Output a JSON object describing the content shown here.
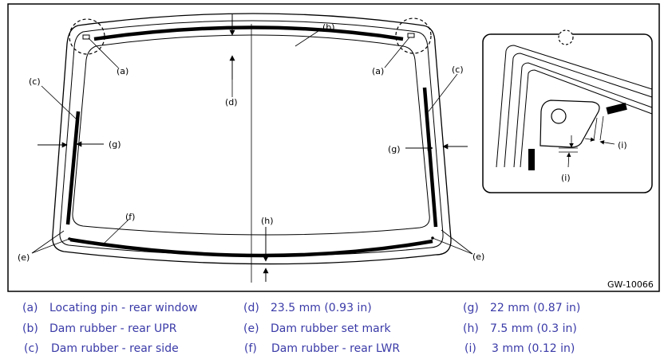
{
  "figure_id": "GW-10066",
  "callouts": {
    "a_left": "(a)",
    "a_right": "(a)",
    "b": "(b)",
    "c_left": "(c)",
    "c_right": "(c)",
    "d": "(d)",
    "e_left": "(e)",
    "e_right": "(e)",
    "f": "(f)",
    "g_left": "(g)",
    "g_right": "(g)",
    "h": "(h)",
    "i_detail_1": "(i)",
    "i_detail_2": "(i)"
  },
  "legend": [
    {
      "code": "(a)",
      "text": "Locating pin - rear window"
    },
    {
      "code": "(b)",
      "text": "Dam rubber - rear UPR"
    },
    {
      "code": "(c)",
      "text": "Dam rubber - rear side"
    },
    {
      "code": "(d)",
      "text": "23.5 mm (0.93 in)"
    },
    {
      "code": "(e)",
      "text": "Dam rubber set mark"
    },
    {
      "code": "(f)",
      "text": "Dam rubber - rear LWR"
    },
    {
      "code": "(g)",
      "text": "22 mm (0.87 in)"
    },
    {
      "code": "(h)",
      "text": "7.5 mm (0.3 in)"
    },
    {
      "code": "(i)",
      "text": "3 mm (0.12 in)"
    }
  ],
  "colors": {
    "line": "#000000",
    "legend_text": "#3a3aa8",
    "background": "#ffffff"
  }
}
